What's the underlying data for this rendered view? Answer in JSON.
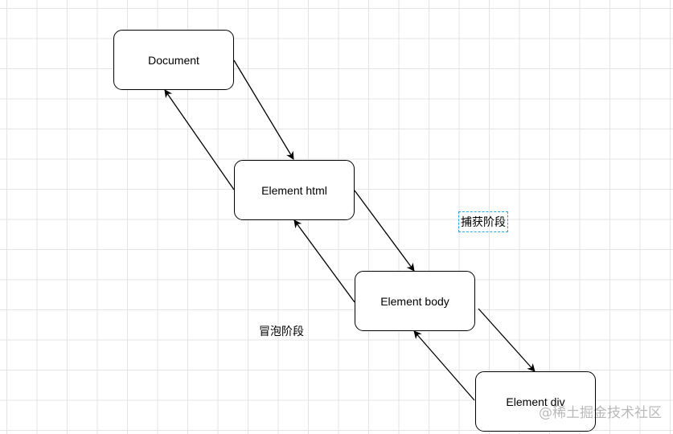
{
  "diagram": {
    "nodes": {
      "document": "Document",
      "html": "Element html",
      "body": "Element body",
      "div": "Element div"
    },
    "labels": {
      "capture_phase": "捕获阶段",
      "bubble_phase": "冒泡阶段"
    },
    "edges": [
      {
        "from": "Document",
        "to": "Element html",
        "phase": "capture"
      },
      {
        "from": "Element html",
        "to": "Element body",
        "phase": "capture"
      },
      {
        "from": "Element body",
        "to": "Element div",
        "phase": "capture"
      },
      {
        "from": "Element div",
        "to": "Element body",
        "phase": "bubble"
      },
      {
        "from": "Element body",
        "to": "Element html",
        "phase": "bubble"
      },
      {
        "from": "Element html",
        "to": "Document",
        "phase": "bubble"
      }
    ]
  },
  "watermark": "@稀土掘金技术社区",
  "colors": {
    "grid": "#e4e4e4",
    "stroke": "#000000",
    "selection": "#29a8e0"
  }
}
